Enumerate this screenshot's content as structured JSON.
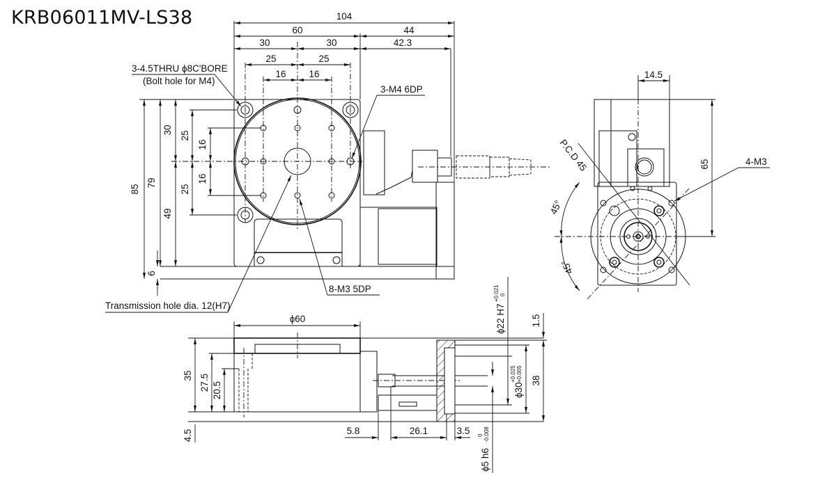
{
  "title": "KRB06011MV-LS38",
  "top_view": {
    "dims_horizontal": {
      "overall": "104",
      "table": "60",
      "motor": "44",
      "left_half": "30",
      "right_half": "30",
      "motor_inner": "42.3",
      "hole_left_25": "25",
      "hole_right_25": "25",
      "hole_left_16": "16",
      "hole_right_16": "16"
    },
    "dims_vertical": {
      "overall": "85",
      "base": "79",
      "upper": "30",
      "lower": "49",
      "upper_25": "25",
      "lower_25": "25",
      "upper_16": "16",
      "lower_16": "16",
      "foot": "6"
    },
    "callouts": {
      "bolt_hole": "3-4.5THRU ϕ8C'BORE",
      "bolt_hole_note": "(Bolt hole for M4)",
      "tapped_side": "3-M4 6DP",
      "tapped_top": "8-M3 5DP",
      "transmission": "Transmission hole dia. 12(H7)"
    }
  },
  "side_view": {
    "dims": {
      "table_dia": "ϕ60",
      "height_35": "35",
      "height_27_5": "27.5",
      "height_20_5": "20.5",
      "foot_4_5": "4.5",
      "d_5_8": "5.8",
      "d_26_1": "26.1",
      "d_3_5": "3.5",
      "d_1_5": "1.5",
      "flange_38": "38"
    },
    "tolerances": {
      "bore22": {
        "label": "ϕ22 H7",
        "upper": "+0.021",
        "lower": "0"
      },
      "pilot30": {
        "label": "ϕ30",
        "upper": "+0.025",
        "lower": "+0.005"
      },
      "shaft5": {
        "label": "ϕ5 h6",
        "upper": "0",
        "lower": "-0.008"
      }
    }
  },
  "end_view": {
    "dims": {
      "width": "14.5",
      "height": "65",
      "angle_upper": "45°",
      "angle_lower": "45°"
    },
    "callouts": {
      "pcd": "P.C.D 45",
      "holes": "4-M3"
    }
  }
}
